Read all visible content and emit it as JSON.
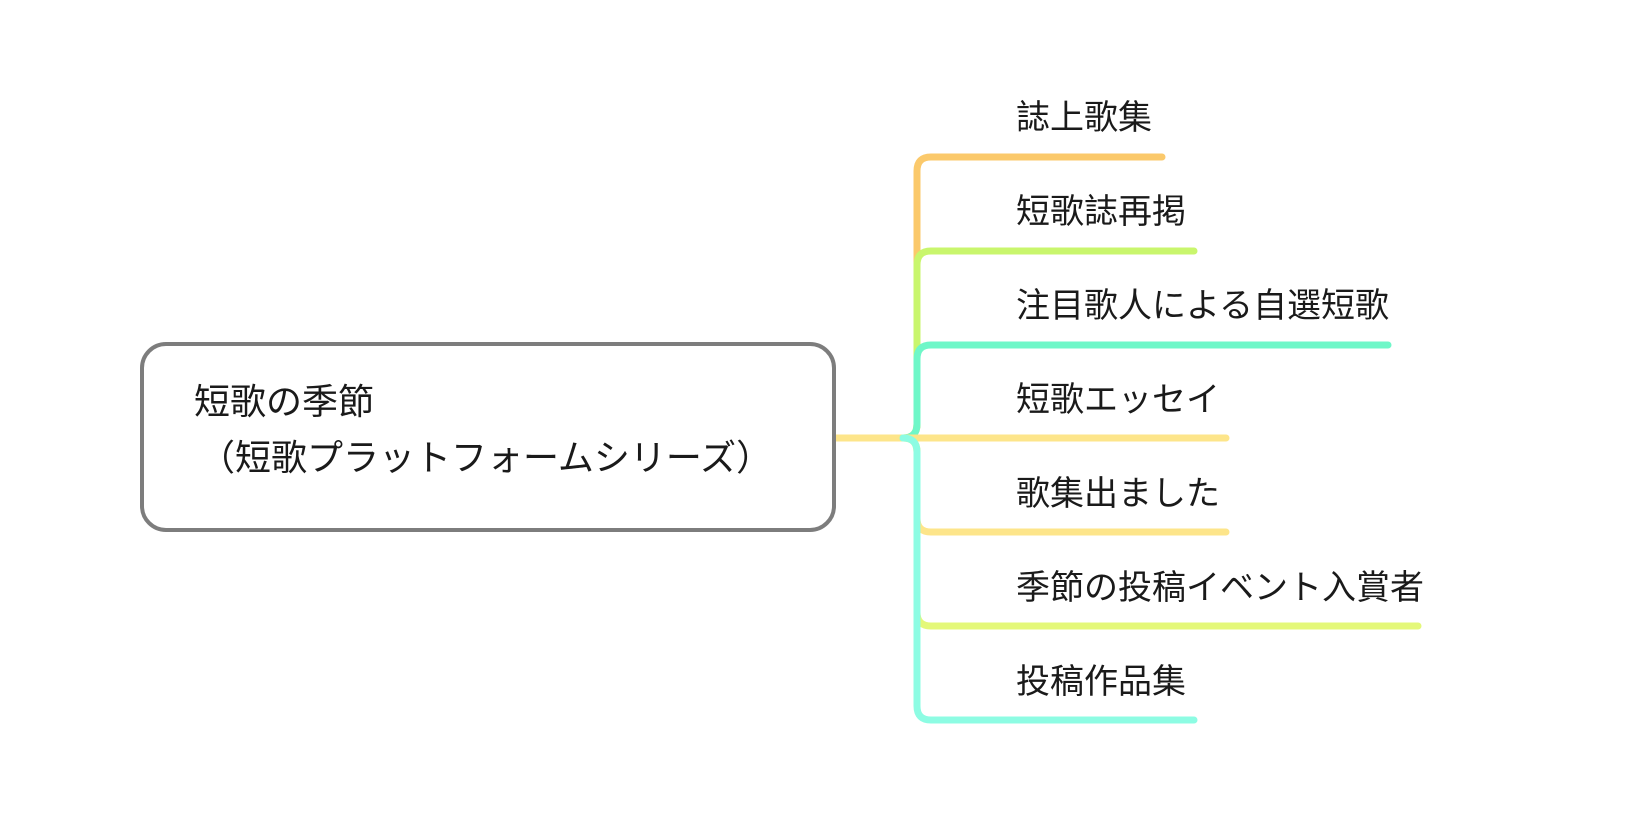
{
  "root": {
    "line1": "短歌の季節",
    "line2": "（短歌プラットフォームシリーズ）",
    "border_color": "#7d7d7d"
  },
  "trunk_color": "#fde58a",
  "branches": [
    {
      "label": "誌上歌集",
      "color": "#fbc96b"
    },
    {
      "label": "短歌誌再掲",
      "color": "#c9f66d"
    },
    {
      "label": "注目歌人による自選短歌",
      "color": "#6ff7c8"
    },
    {
      "label": "短歌エッセイ",
      "color": "#fde58a"
    },
    {
      "label": "歌集出ました",
      "color": "#fde58a"
    },
    {
      "label": "季節の投稿イベント入賞者",
      "color": "#e4f879"
    },
    {
      "label": "投稿作品集",
      "color": "#8dfce3"
    }
  ]
}
